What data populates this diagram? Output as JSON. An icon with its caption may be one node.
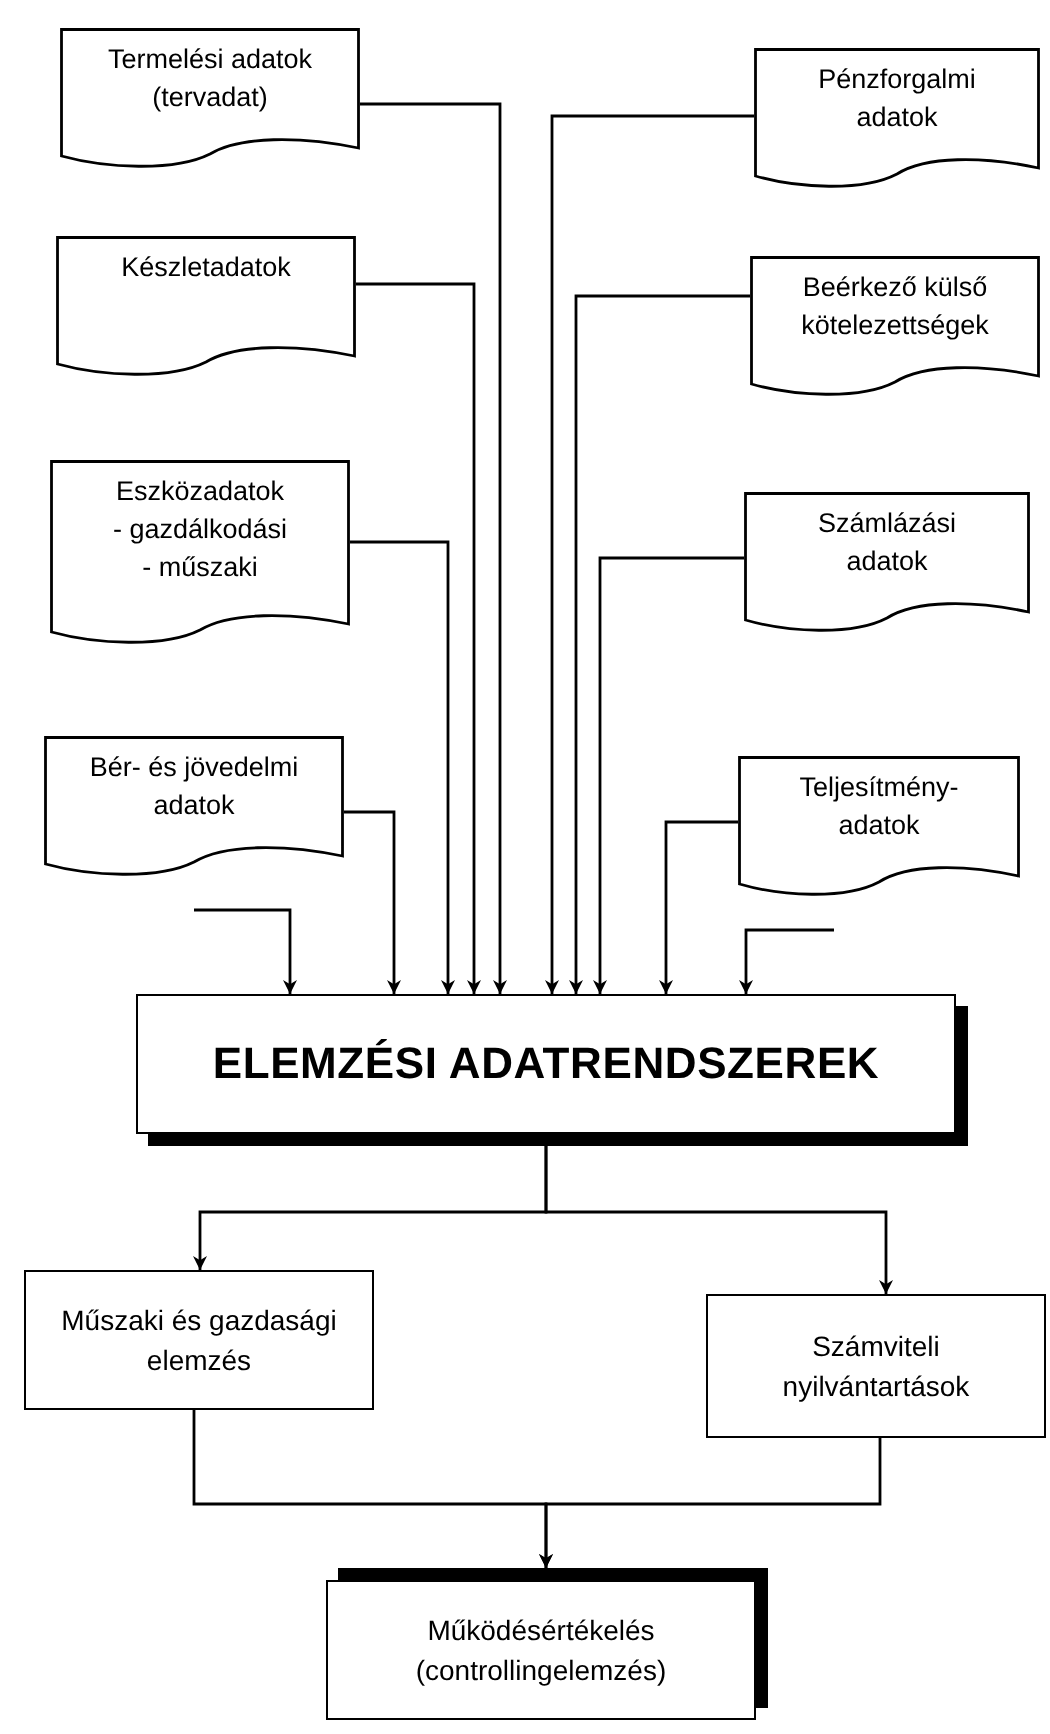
{
  "diagram": {
    "nodes": [
      {
        "text": [
          "Termelési adatok (tervadat)"
        ]
      },
      {
        "text": [
          "Pénzforgalmi adatok"
        ]
      },
      {
        "text": [
          "Készletadatok"
        ]
      },
      {
        "text": [
          "Beérkező külső kötelezettségek"
        ]
      },
      {
        "text": [
          "Eszközadatok - gazdálkodási - műszaki"
        ]
      },
      {
        "text": [
          "Számlázási adatok"
        ]
      },
      {
        "text": [
          "Bér- és jövedelmi adatok"
        ]
      },
      {
        "text": [
          "Teljesítmény-adatok"
        ]
      },
      {
        "text": [
          "ELEMZÉSI ADATRENDSZEREK"
        ]
      },
      {
        "text": [
          "Műszaki és gazdasági elemzés"
        ]
      },
      {
        "text": [
          "Számviteli nyilvántartások"
        ]
      },
      {
        "text": [
          "Működésértékelés (controllingelemzés)"
        ]
      }
    ],
    "edges": [
      {
        "from": 0,
        "to": 8,
        "arrow": "to"
      },
      {
        "from": 1,
        "to": 8,
        "arrow": "to"
      },
      {
        "from": 2,
        "to": 8,
        "arrow": "to"
      },
      {
        "from": 3,
        "to": 8,
        "arrow": "to"
      },
      {
        "from": 4,
        "to": 8,
        "arrow": "to"
      },
      {
        "from": 5,
        "to": 8,
        "arrow": "to"
      },
      {
        "from": 6,
        "to": 8,
        "arrow": "to"
      },
      {
        "from": 7,
        "to": 8,
        "arrow": "to"
      },
      {
        "from": null,
        "to": 8,
        "arrow": "to"
      },
      {
        "from": null,
        "to": 8,
        "arrow": "to"
      },
      {
        "from": 8,
        "to": 9,
        "arrow": "to"
      },
      {
        "from": 8,
        "to": 10,
        "arrow": "to"
      },
      {
        "from": 9,
        "to": 11,
        "arrow": "to"
      },
      {
        "from": 10,
        "to": 11,
        "arrow": "to"
      }
    ]
  }
}
